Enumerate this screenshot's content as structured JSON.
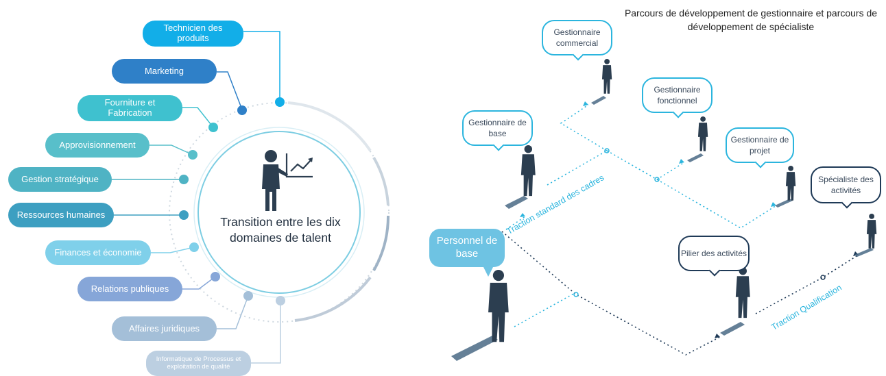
{
  "left_diagram": {
    "center_title": "Transition entre les dix domaines de talent",
    "icon": "presenter-chart-icon",
    "domains": [
      {
        "label": "Technicien des produits",
        "color": "#12aee8"
      },
      {
        "label": "Marketing",
        "color": "#2f80c8"
      },
      {
        "label": "Fourniture et Fabrication",
        "color": "#3fc1cf"
      },
      {
        "label": "Approvisionnement",
        "color": "#58bfca"
      },
      {
        "label": "Gestion stratégique",
        "color": "#4fb3c4"
      },
      {
        "label": "Ressources humaines",
        "color": "#3d9fc1"
      },
      {
        "label": "Finances et économie",
        "color": "#7fd0ea"
      },
      {
        "label": "Relations publiques",
        "color": "#86a6d8"
      },
      {
        "label": "Affaires juridiques",
        "color": "#a4bfd8"
      },
      {
        "label": "Informatique de Processus et exploitation de qualité",
        "color": "#bccfe1"
      }
    ]
  },
  "right_diagram": {
    "title": "Parcours de développement de gestionnaire et parcours de développement de spécialiste",
    "base_person": "Personnel de base",
    "roles": {
      "gestionnaire_base": "Gestionnaire de base",
      "gestionnaire_commercial": "Gestionnaire commercial",
      "gestionnaire_fonctionnel": "Gestionnaire fonctionnel",
      "gestionnaire_projet": "Gestionnaire de projet",
      "pilier_activites": "Pilier des activités",
      "specialiste_activites": "Spécialiste des activités"
    },
    "tracks": {
      "management": "Traction standard des cadres",
      "qualification": "Traction Qualification"
    },
    "colors": {
      "cyan": "#2bb5de",
      "navy": "#1f3a57",
      "figure": "#2c3e50",
      "shadow": "#4a6a85"
    }
  }
}
